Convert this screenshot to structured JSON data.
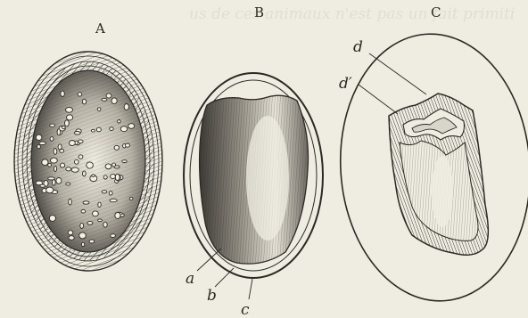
{
  "bleed_text": "us de ces animaux n'est pas un fait primiti",
  "panels": [
    {
      "id": "A",
      "label": "A"
    },
    {
      "id": "B",
      "label": "B",
      "callouts": [
        "a",
        "b",
        "c"
      ]
    },
    {
      "id": "C",
      "label": "C",
      "callouts": [
        "d",
        "d′"
      ]
    }
  ],
  "colors": {
    "paper": "#efece1",
    "ink": "#2b2925"
  }
}
